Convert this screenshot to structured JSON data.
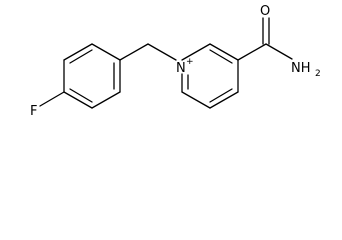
{
  "molecule": {
    "atoms": {
      "oxygen": "O",
      "amide_nitrogen": "NH",
      "amide_hydrogen_count": "2",
      "ring_nitrogen": "N",
      "ring_nitrogen_charge": "+",
      "fluorine": "F"
    }
  }
}
